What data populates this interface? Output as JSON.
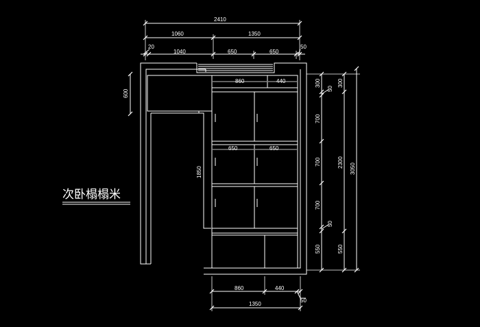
{
  "title": "次卧榻榻米",
  "top_dims": {
    "overall": "2410",
    "row2_left": "1060",
    "row2_right": "1350",
    "row3_a": "20",
    "row3_b": "1040",
    "row3_c": "650",
    "row3_d": "650",
    "row3_e": "50"
  },
  "cabinet_dims": {
    "top_left": "860",
    "top_right": "440",
    "mid_left": "650",
    "mid_right": "650"
  },
  "left_dims": {
    "upper": "600",
    "vertical": "1850"
  },
  "right_dims": {
    "col1": [
      "300",
      "50",
      "700",
      "700",
      "700",
      "50",
      "550"
    ],
    "col2": [
      "300",
      "2300",
      "550"
    ],
    "col3": "3050"
  },
  "bottom_dims": {
    "a": "860",
    "b": "440",
    "c": "50",
    "total": "1350"
  }
}
